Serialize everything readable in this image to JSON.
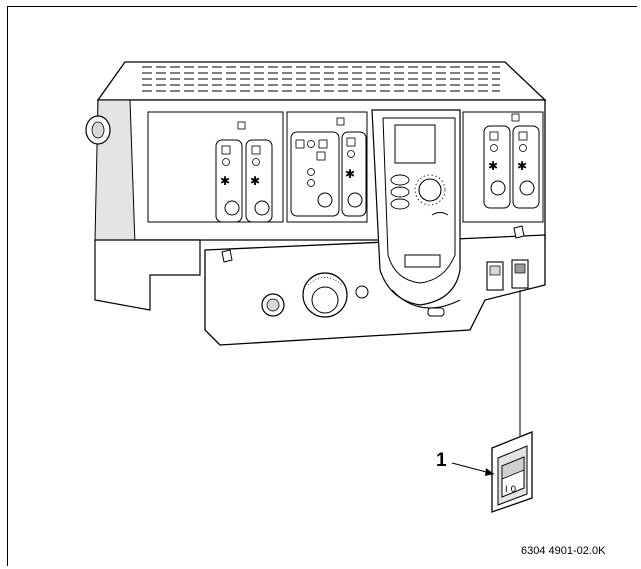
{
  "figure": {
    "callout_number": "1",
    "figure_code": "6304 4901-02.0K",
    "switch_label": "I 0"
  },
  "colors": {
    "line": "#000000",
    "background": "#ffffff",
    "shade": "#d8d8d8",
    "dark_shade": "#9a9a9a"
  },
  "icons": [
    "power-switch-icon",
    "knob-icon",
    "display-screen-icon",
    "connector-icon"
  ]
}
